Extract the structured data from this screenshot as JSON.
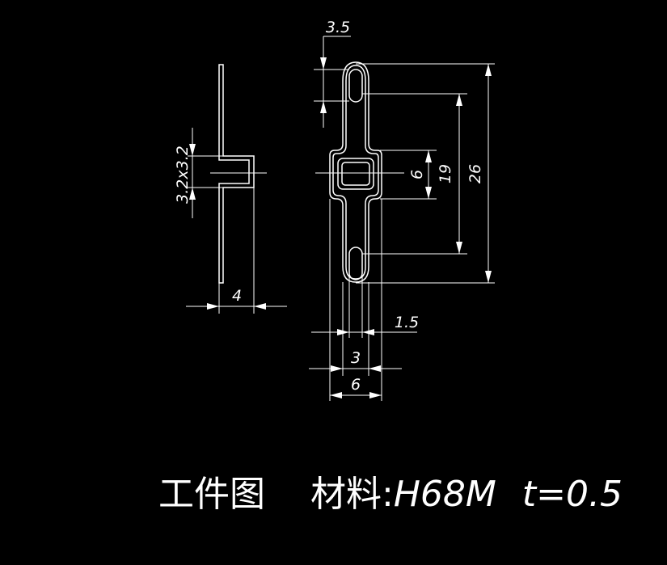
{
  "colors": {
    "background": "#000000",
    "line": "#ffffff"
  },
  "dimensions": {
    "d_3_5": "3.5",
    "d_3_2x3_2": "3.2x3.2",
    "d_4": "4",
    "d_6_hole": "6",
    "d_19": "19",
    "d_26": "26",
    "d_1_5": "1.5",
    "d_3": "3",
    "d_6_width": "6"
  },
  "title": {
    "label": "工件图",
    "material_label": "材料:",
    "material": "H68M",
    "thickness": "t=0.5"
  }
}
